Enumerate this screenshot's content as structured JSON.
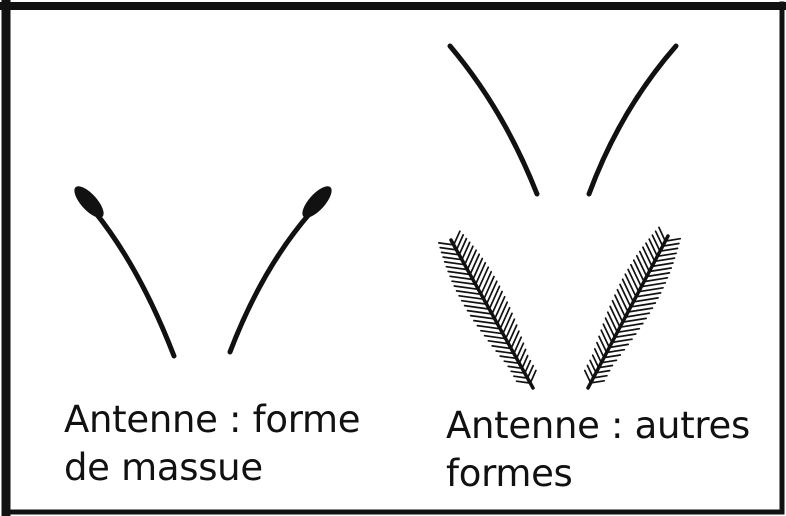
{
  "captions": {
    "club": {
      "line1": "Antenne : forme",
      "line2": "de massue"
    },
    "other": {
      "line1": "Antenne : autres",
      "line2": "formes"
    }
  },
  "colors": {
    "ink": "#111111",
    "background": "#ffffff"
  }
}
